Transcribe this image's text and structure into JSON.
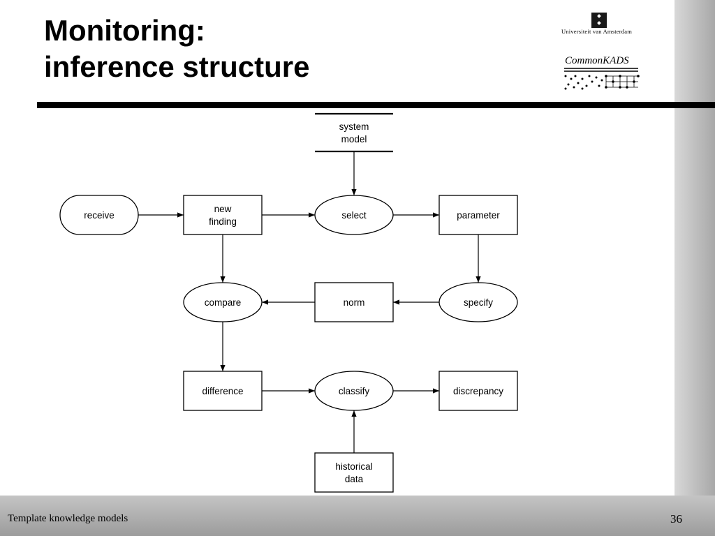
{
  "slide": {
    "title_lines": [
      "Monitoring:",
      "inference structure"
    ],
    "footer": "Template knowledge models",
    "page_number": "36"
  },
  "logos": {
    "university": "Universiteit van Amsterdam",
    "commonkads": "CommonKADS"
  },
  "diagram": {
    "stores": [
      {
        "id": "system_model",
        "lines": [
          "system",
          "model"
        ]
      }
    ],
    "roles": [
      {
        "id": "new_finding",
        "lines": [
          "new",
          "finding"
        ]
      },
      {
        "id": "parameter",
        "lines": [
          "parameter"
        ]
      },
      {
        "id": "norm",
        "lines": [
          "norm"
        ]
      },
      {
        "id": "difference",
        "lines": [
          "difference"
        ]
      },
      {
        "id": "discrepancy",
        "lines": [
          "discrepancy"
        ]
      },
      {
        "id": "historical_data",
        "lines": [
          "historical",
          "data"
        ]
      }
    ],
    "transfer_functions": [
      {
        "id": "receive",
        "lines": [
          "receive"
        ]
      }
    ],
    "inferences": [
      {
        "id": "select",
        "lines": [
          "select"
        ]
      },
      {
        "id": "compare",
        "lines": [
          "compare"
        ]
      },
      {
        "id": "specify",
        "lines": [
          "specify"
        ]
      },
      {
        "id": "classify",
        "lines": [
          "classify"
        ]
      }
    ],
    "edges": [
      {
        "from": "system_model",
        "to": "select"
      },
      {
        "from": "receive",
        "to": "new_finding"
      },
      {
        "from": "new_finding",
        "to": "select"
      },
      {
        "from": "select",
        "to": "parameter"
      },
      {
        "from": "new_finding",
        "to": "compare"
      },
      {
        "from": "parameter",
        "to": "specify"
      },
      {
        "from": "specify",
        "to": "norm"
      },
      {
        "from": "norm",
        "to": "compare"
      },
      {
        "from": "compare",
        "to": "difference"
      },
      {
        "from": "difference",
        "to": "classify"
      },
      {
        "from": "classify",
        "to": "discrepancy"
      },
      {
        "from": "historical_data",
        "to": "classify"
      }
    ]
  }
}
